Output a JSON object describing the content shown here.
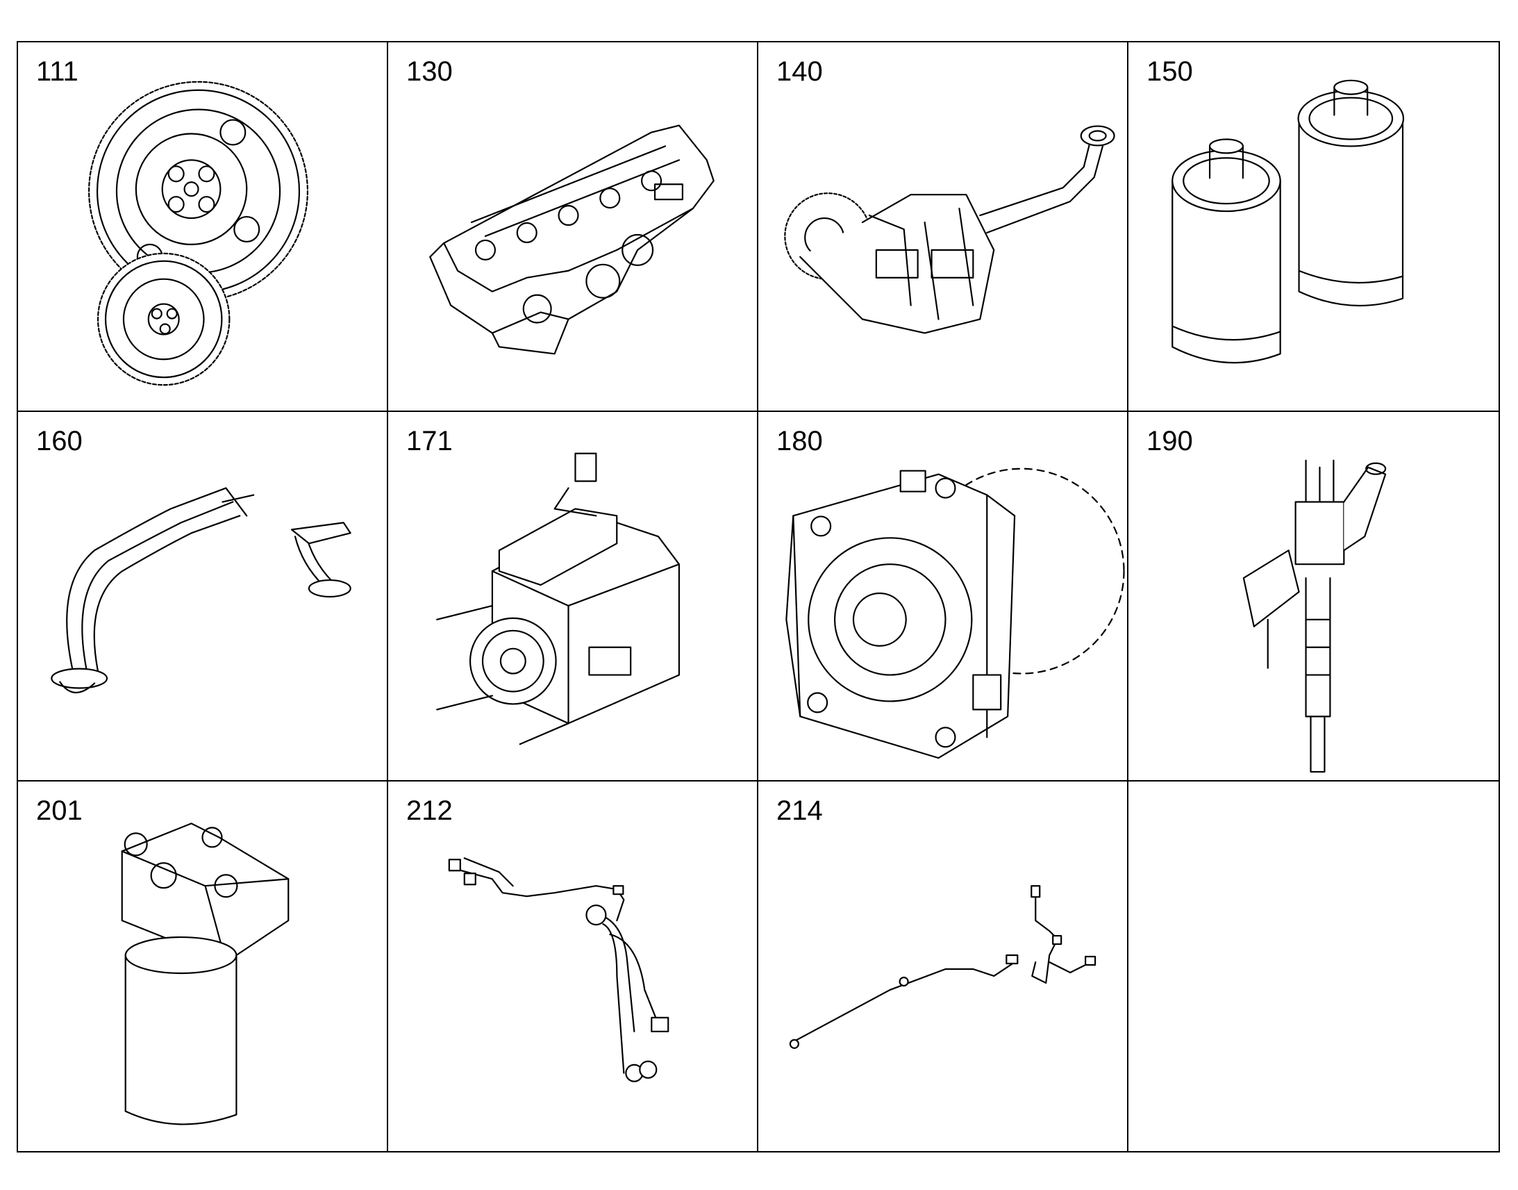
{
  "cells": [
    {
      "number": "111",
      "icon": "gear-pair-icon"
    },
    {
      "number": "130",
      "icon": "cylinder-head-icon"
    },
    {
      "number": "140",
      "icon": "oil-pump-icon"
    },
    {
      "number": "150",
      "icon": "filter-cartridges-icon"
    },
    {
      "number": "160",
      "icon": "oil-suction-pipes-icon"
    },
    {
      "number": "171",
      "icon": "injection-pump-icon"
    },
    {
      "number": "180",
      "icon": "auxiliary-drive-icon"
    },
    {
      "number": "190",
      "icon": "injector-icon"
    },
    {
      "number": "201",
      "icon": "fuel-filter-assembly-icon"
    },
    {
      "number": "212",
      "icon": "harness-a-icon"
    },
    {
      "number": "214",
      "icon": "harness-b-icon"
    },
    {
      "number": "",
      "icon": ""
    }
  ]
}
